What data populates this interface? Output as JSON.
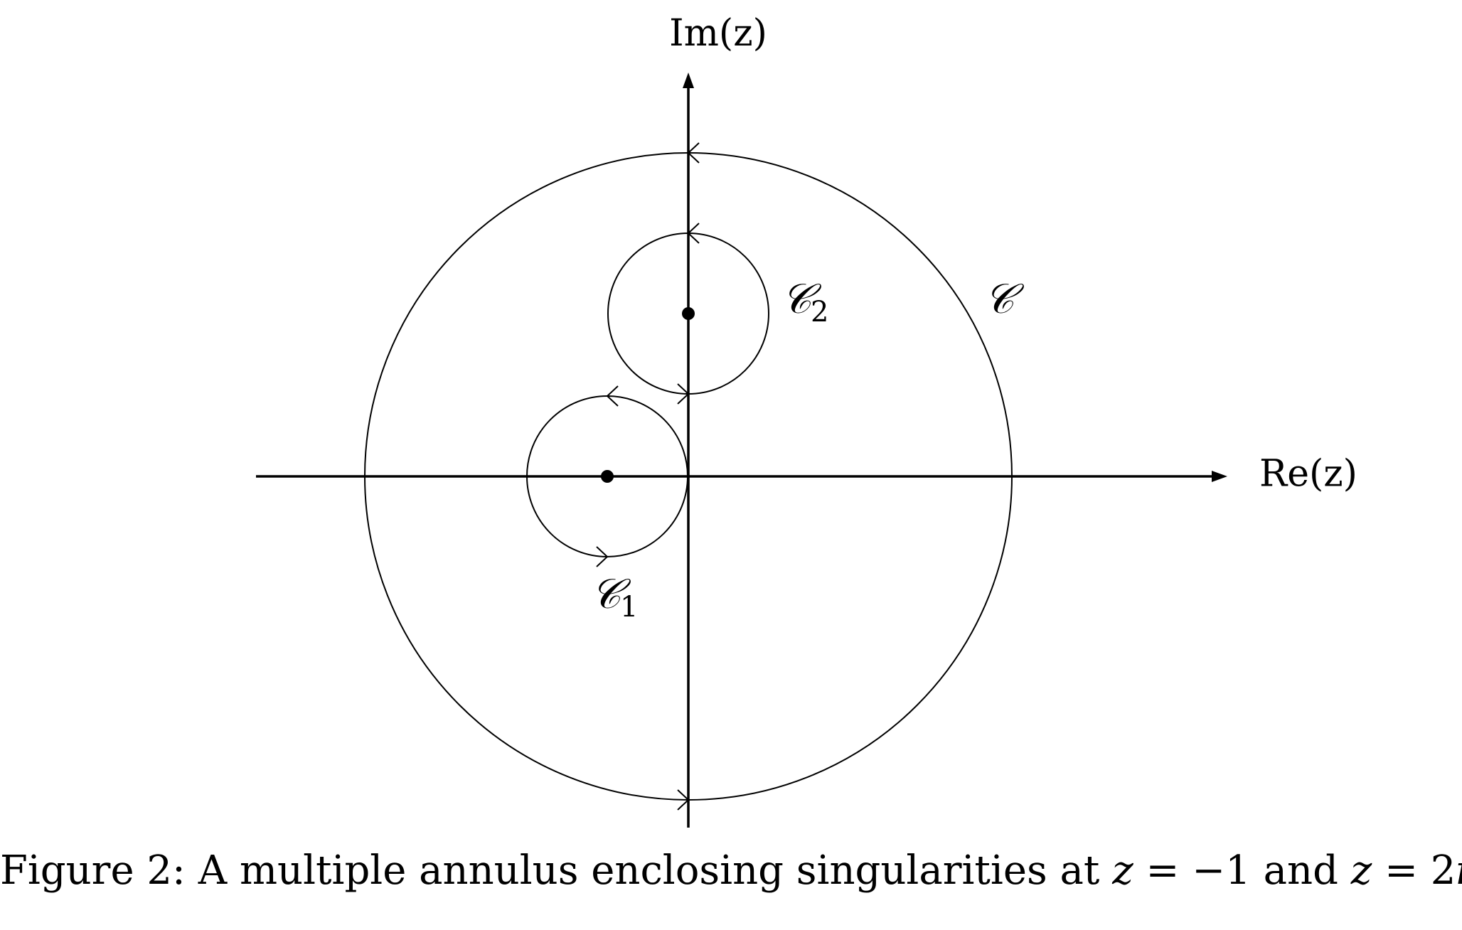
{
  "labels": {
    "y_axis": "Im(z)",
    "x_axis": "Re(z)",
    "contour_outer": "𝒞",
    "contour_1": "𝒞",
    "contour_1_sub": "1",
    "contour_2": "𝒞",
    "contour_2_sub": "2"
  },
  "caption": {
    "prefix": "Figure 2:",
    "text": "A multiple annulus enclosing singularities at",
    "var1": "z",
    "eq1": "= −1",
    "and": "and",
    "var2": "z",
    "eq2": "= 2",
    "imag": "i",
    "end": "."
  },
  "singularities": [
    {
      "re": -1,
      "im": 0
    },
    {
      "re": 0,
      "im": 2
    }
  ],
  "colors": {
    "ink": "#000000",
    "background": "#ffffff"
  }
}
